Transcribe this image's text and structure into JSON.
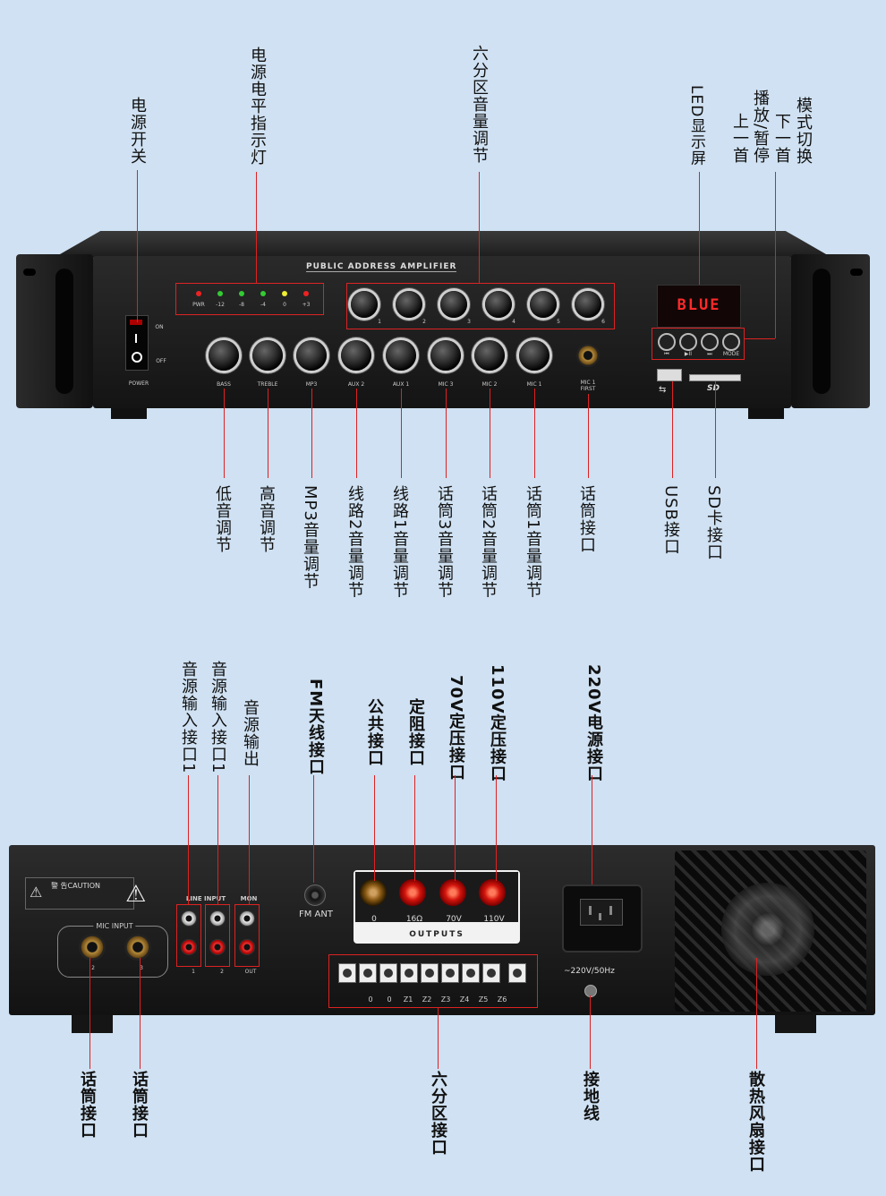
{
  "front": {
    "panel_title": "PUBLIC ADDRESS AMPLIFIER",
    "power_on": "ON",
    "power_off": "OFF",
    "power_label": "POWER",
    "level_labels": [
      "PWR",
      "-12",
      "-8",
      "-4",
      "0",
      "+3"
    ],
    "zone_numbers": [
      "1",
      "2",
      "3",
      "4",
      "5",
      "6"
    ],
    "knob_labels": [
      "BASS",
      "TREBLE",
      "MP3",
      "AUX 2",
      "AUX 1",
      "MIC 3",
      "MIC 2",
      "MIC 1"
    ],
    "mic_first_label": "MIC 1\nFIRST",
    "display_text": "BLUE",
    "button_labels": [
      "⏮",
      "▶II",
      "⏭",
      "MODE"
    ],
    "annotations": {
      "power_switch": "电源开关",
      "level_indicator": "电源电平指示灯",
      "zone_volume": "六分区音量调节",
      "led_display": "LED显示屏",
      "prev": "上一首",
      "play": "播放/暂停",
      "next": "下一首",
      "mode": "模式切换",
      "bass": "低音调节",
      "treble": "高音调节",
      "mp3": "MP3音量调节",
      "aux2": "线路2音量调节",
      "aux1": "线路1音量调节",
      "mic3": "话筒3音量调节",
      "mic2": "话筒2音量调节",
      "mic1": "话筒1音量调节",
      "mic_jack": "话筒接口",
      "usb": "USB接口",
      "sd": "SD卡接口"
    }
  },
  "rear": {
    "caution": "警 告CAUTION",
    "mic_input_label": "MIC INPUT",
    "mic_input_numbers": [
      "2",
      "3"
    ],
    "line_input_label": "LINE INPUT",
    "mon_label": "MON",
    "rca_numbers": [
      "1",
      "2",
      "OUT"
    ],
    "fm_ant": "FM ANT",
    "output_labels": [
      "0",
      "16Ω",
      "70V",
      "110V"
    ],
    "outputs_title": "OUTPUTS",
    "zone_terminals": [
      "0",
      "0",
      "Z1",
      "Z2",
      "Z3",
      "Z4",
      "Z5",
      "Z6"
    ],
    "power_spec": "~220V/50Hz",
    "annotations": {
      "src_in1a": "音源输入接口1",
      "src_in1b": "音源输入接口1",
      "src_out": "音源输出",
      "fm": "FM天线接口",
      "common": "公共接口",
      "fixed_r": "定阻接口",
      "v70": "70V定压接口",
      "v110": "110V定压接口",
      "ac220": "220V电源接口",
      "mic_a": "话筒接口",
      "mic_b": "话筒接口",
      "zones": "六分区接口",
      "ground": "接地线",
      "fan": "散热风扇接口"
    }
  }
}
